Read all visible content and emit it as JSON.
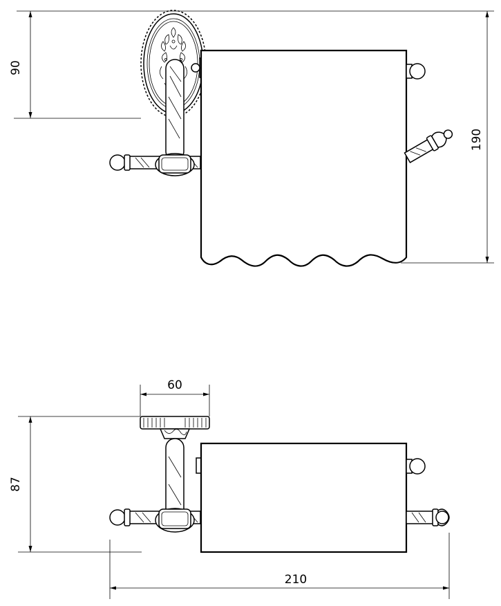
{
  "drawing": {
    "dimensions": {
      "front_mount_height": "90",
      "front_total_height": "190",
      "top_depth": "60",
      "top_height": "87",
      "top_width": "210"
    }
  }
}
